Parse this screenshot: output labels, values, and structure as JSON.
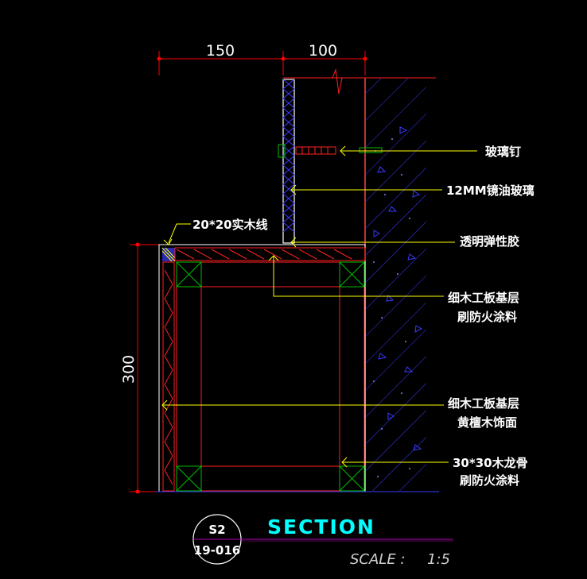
{
  "dimensions": {
    "top_left": "150",
    "top_right": "100",
    "left_height": "300"
  },
  "labels": {
    "glass_nail": "玻璃钉",
    "glass": "12MM镜油玻璃",
    "sealant": "透明弹性胶",
    "wood_strip": "20*20实木线",
    "base_layer_1a": "细木工板基层",
    "base_layer_1b": "刷防火涂料",
    "base_layer_2a": "细木工板基层",
    "base_layer_2b": "黄檀木饰面",
    "keel_a": "30*30木龙骨",
    "keel_b": "刷防火涂料"
  },
  "title_block": {
    "sheet": "S2",
    "drawing_no": "19-016",
    "title": "SECTION",
    "scale_label": "SCALE :",
    "scale_value": "1:5"
  },
  "colors": {
    "background": "#000000",
    "dimension": "#ff0000",
    "leader": "#ffff00",
    "wall_hatch": "#3a3aff",
    "section_red": "#ff2020",
    "keel_green": "#00c000",
    "title": "#00ffff",
    "title_line": "#b000b0"
  }
}
